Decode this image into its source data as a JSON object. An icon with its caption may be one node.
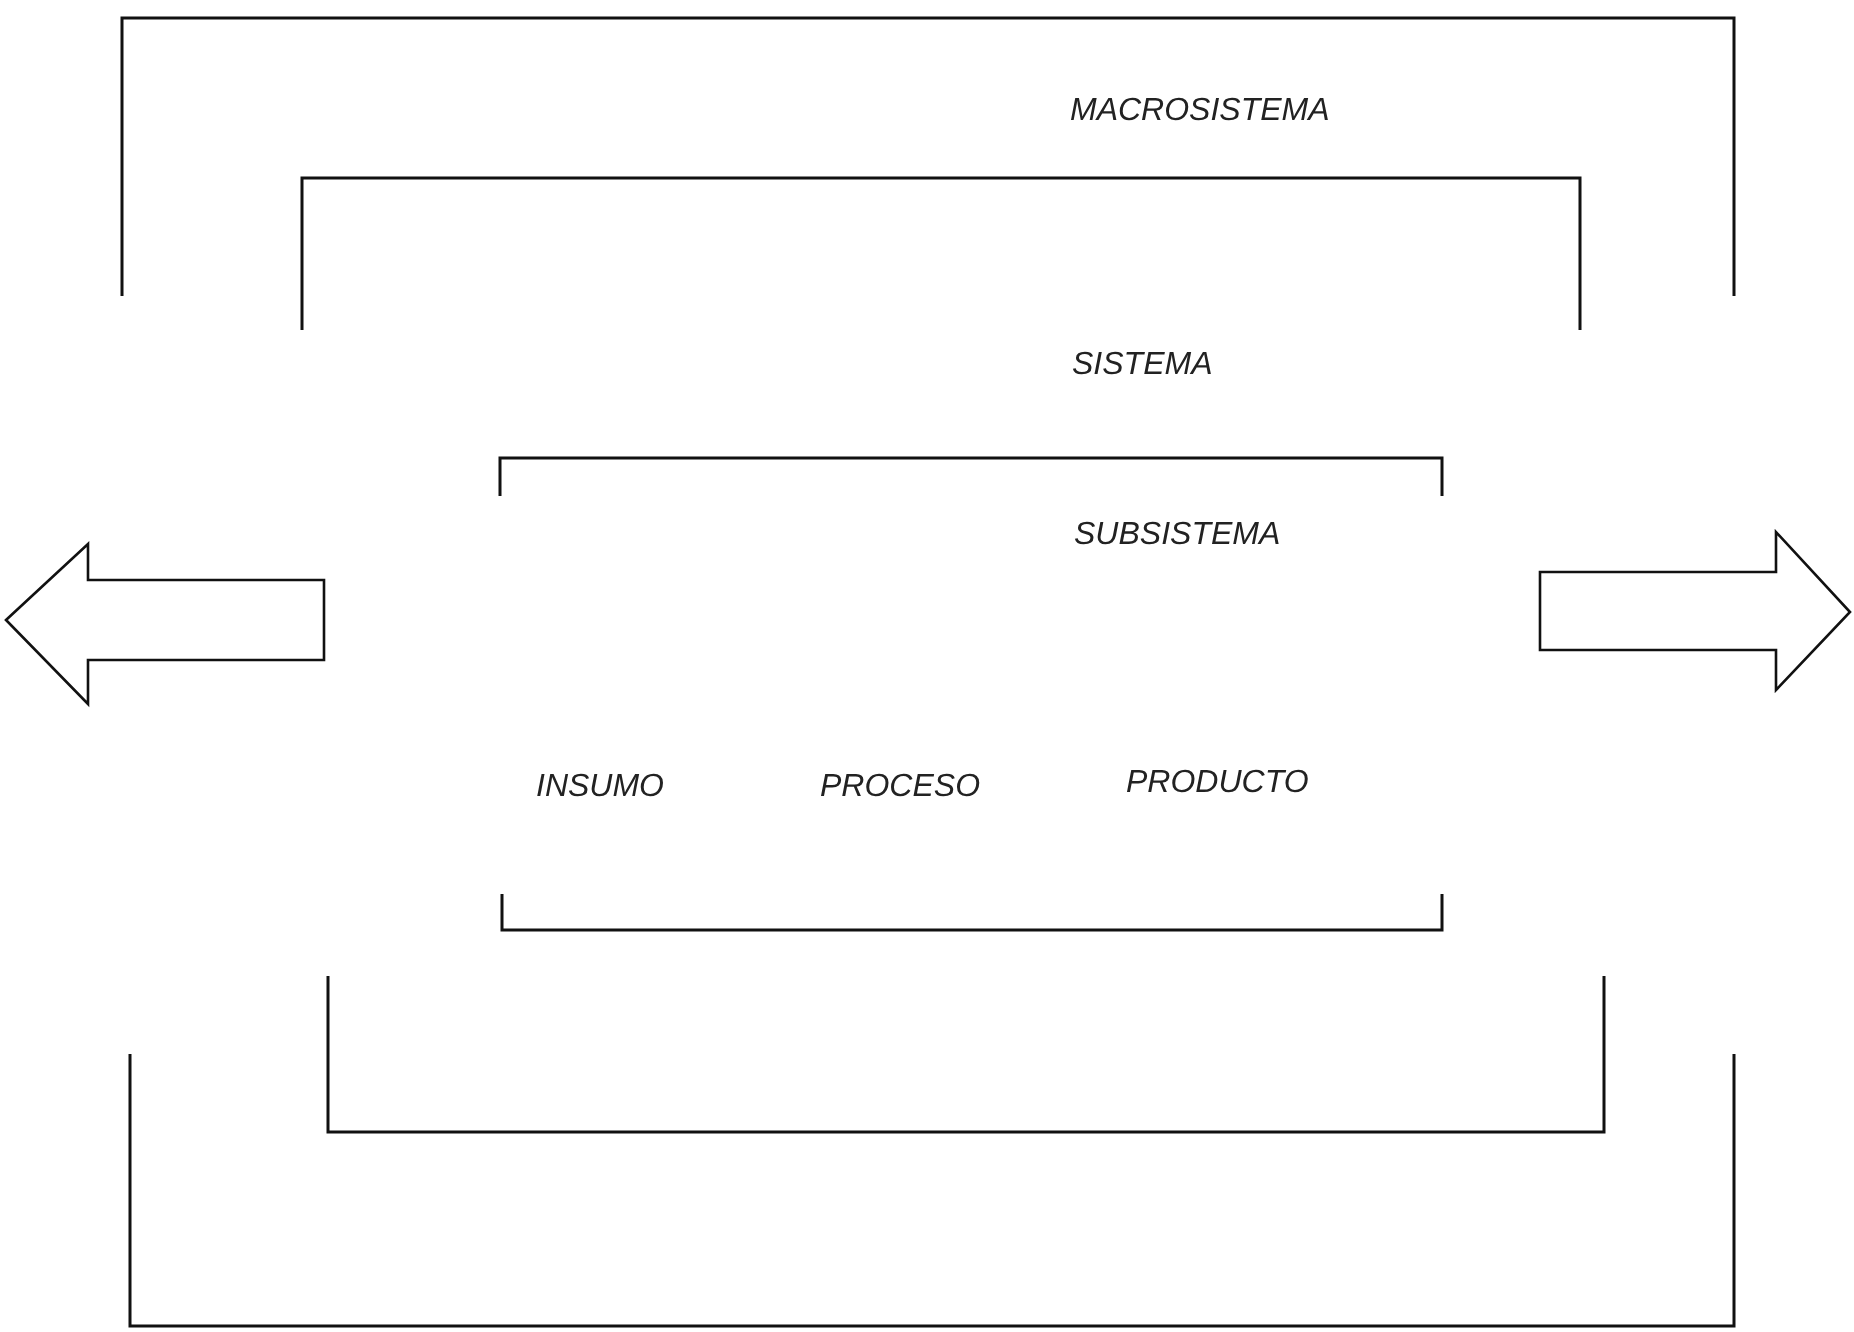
{
  "diagram": {
    "nodes": [
      {
        "text": [
          "MACROSISTEMA"
        ]
      },
      {
        "text": [
          "SISTEMA"
        ],
        "in": 0
      },
      {
        "text": [
          "SUBSISTEMA"
        ],
        "in": 1
      }
    ],
    "labels": [
      "INSUMO",
      "PROCESO",
      "PRODUCTO"
    ]
  }
}
